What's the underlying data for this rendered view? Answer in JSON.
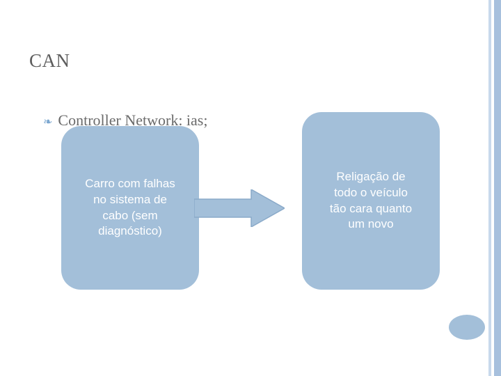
{
  "slide": {
    "title": "CAN",
    "bullet": {
      "marker": "❧",
      "text": "Controller Network: ias;"
    },
    "boxes": [
      {
        "id": "left",
        "text": "Carro com falhas\nno sistema de\ncabo (sem\ndiagnóstico)"
      },
      {
        "id": "right",
        "text": "Religação de\ntodo o veículo\ntão cara quanto\num novo"
      }
    ],
    "arrow": {
      "name": "right-arrow",
      "color": "#a3bfd9"
    },
    "colors": {
      "shape_fill": "#a3bfd9",
      "title_text": "#5d5d5d",
      "edge_bar": "#a7c0dd",
      "edge_bar_inner": "#c8d9ec",
      "box_text": "#ffffff"
    }
  }
}
